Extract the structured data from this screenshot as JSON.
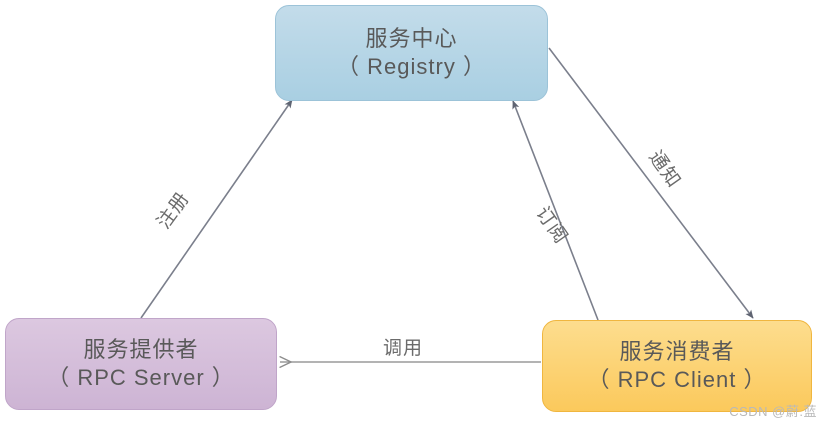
{
  "diagram": {
    "title": "RPC service registry interaction diagram",
    "nodes": [
      {
        "id": "registry",
        "line1": "服务中心",
        "line2": "（ Registry ）",
        "fill": "#b9d9e8",
        "border": "#9cc3d8"
      },
      {
        "id": "server",
        "line1": "服务提供者",
        "line2": "（ RPC  Server ）",
        "fill": "#d4bcda",
        "border": "#c0a5c9"
      },
      {
        "id": "client",
        "line1": "服务消费者",
        "line2": "（ RPC  Client ）",
        "fill": "#fcd77f",
        "border": "#f0b63f"
      }
    ],
    "edges": [
      {
        "id": "register",
        "label": "注册",
        "from": "server",
        "to": "registry",
        "color": "#7b7f8c",
        "arrowhead": "filled"
      },
      {
        "id": "subscribe",
        "label": "订阅",
        "from": "client",
        "to": "registry",
        "color": "#7b7f8c",
        "arrowhead": "filled"
      },
      {
        "id": "notify",
        "label": "通知",
        "from": "registry",
        "to": "client",
        "color": "#7b7f8c",
        "arrowhead": "filled"
      },
      {
        "id": "invoke",
        "label": "调用",
        "from": "client",
        "to": "server",
        "color": "#9a9a9a",
        "arrowhead": "open"
      }
    ],
    "watermark": "CSDN @蔚.蓝"
  }
}
